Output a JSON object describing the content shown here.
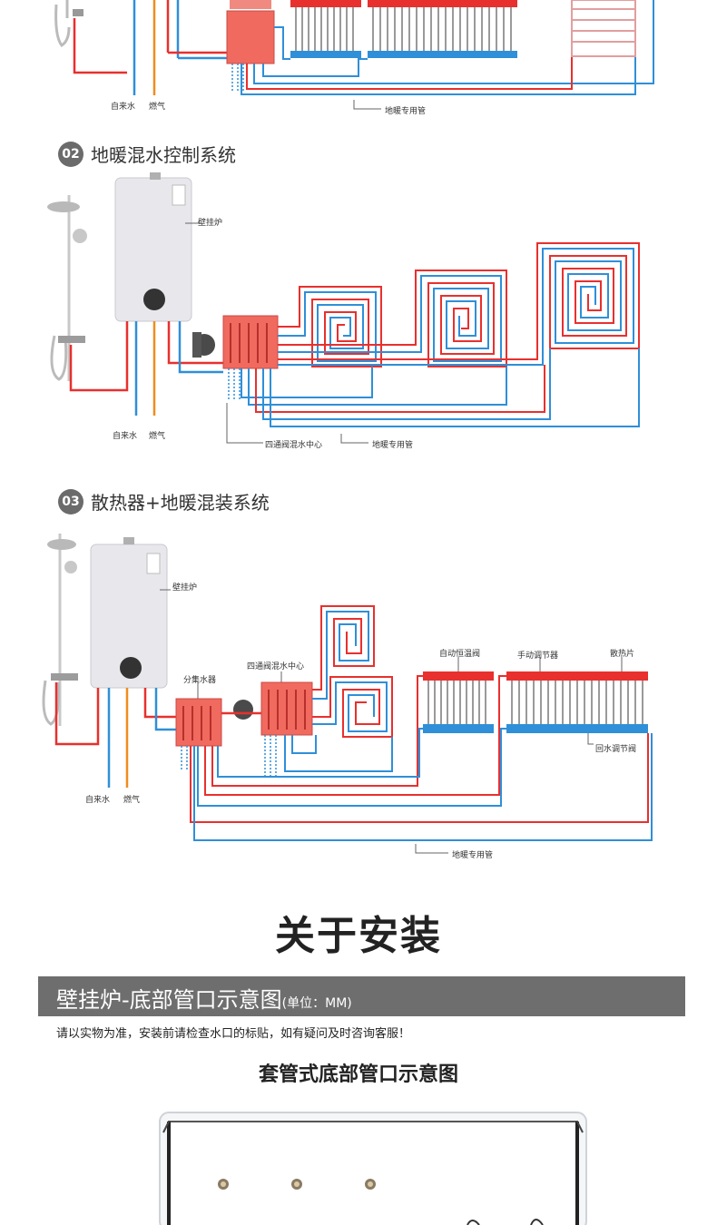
{
  "section1": {
    "label_tap_water": "自来水",
    "label_gas": "燃气",
    "label_floor_pipe": "地暖专用管"
  },
  "section2": {
    "number": "02",
    "title": "地暖混水控制系统",
    "label_boiler": "壁挂炉",
    "label_tap_water": "自来水",
    "label_gas": "燃气",
    "label_mixing_center": "四通阀混水中心",
    "label_floor_pipe": "地暖专用管"
  },
  "section3": {
    "number": "03",
    "title": "散热器+地暖混装系统",
    "label_boiler": "壁挂炉",
    "label_manifold": "分集水器",
    "label_mixing_center": "四通阀混水中心",
    "label_auto_valve": "自动恒温阀",
    "label_manual_valve": "手动调节器",
    "label_radiator": "散热片",
    "label_return_valve": "回水调节阀",
    "label_tap_water": "自来水",
    "label_gas": "燃气",
    "label_floor_pipe": "地暖专用管"
  },
  "install": {
    "heading": "关于安装",
    "bar_title": "壁挂炉-底部管口示意图",
    "bar_unit": "(单位：MM)",
    "note": "请以实物为准，安装前请检查水口的标贴，如有疑问及时咨询客服！",
    "sub_heading": "套管式底部管口示意图"
  },
  "colors": {
    "pipe_red": "#e8302e",
    "pipe_blue": "#2f8fd8",
    "pipe_orange": "#f08c1e",
    "manifold_red": "#f06a60",
    "bar_gray": "#6e6e6e"
  }
}
